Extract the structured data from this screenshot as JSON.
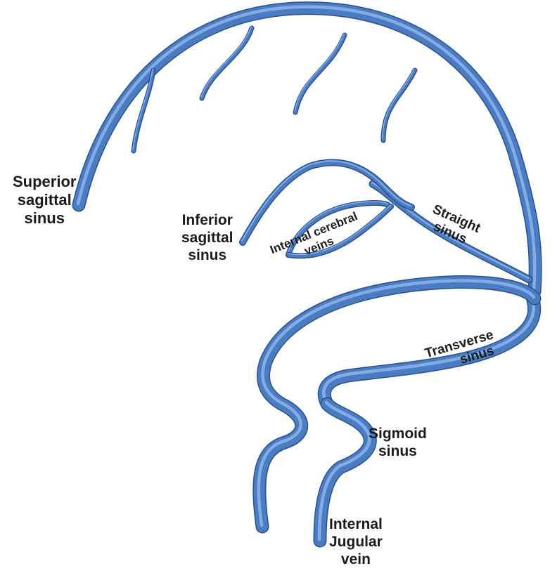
{
  "colors": {
    "vessel_fill": "#4a7cc4",
    "vessel_edge": "#2b5289",
    "vessel_highlight": "#8eb4ea",
    "background": "#ffffff",
    "text": "#1b1b1b"
  },
  "labels": {
    "superior_sagittal_sinus": [
      "Superior",
      "sagittal",
      "sinus"
    ],
    "inferior_sagittal_sinus": [
      "Inferior",
      "sagittal",
      "sinus"
    ],
    "internal_cerebral_veins": [
      "Internal cerebral",
      "veins"
    ],
    "straight_sinus": [
      "Straight",
      "sinus"
    ],
    "transverse_sinus": [
      "Transverse",
      "sinus"
    ],
    "sigmoid_sinus": [
      "Sigmoid",
      "sinus"
    ],
    "internal_jugular_vein": [
      "Internal",
      "Jugular",
      "vein"
    ]
  }
}
